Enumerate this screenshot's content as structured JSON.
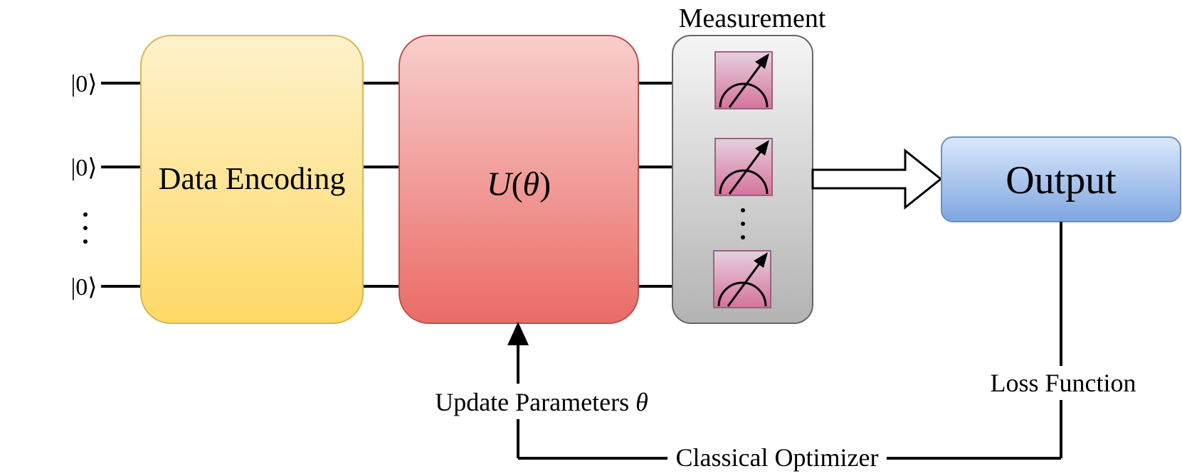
{
  "qubits": {
    "kets": [
      "|0⟩",
      "|0⟩",
      "|0⟩"
    ],
    "vertical_ellipsis": "⋮"
  },
  "encoding_block": {
    "label": "Data Encoding",
    "fill_top": "#fff2cc",
    "fill_bottom": "#ffd966",
    "stroke": "#d6b656"
  },
  "unitary_block": {
    "label_symbol": "U",
    "label_open": "(",
    "label_param": "θ",
    "label_close": ")",
    "fill_top": "#f8cecc",
    "fill_bottom": "#ea6b66",
    "stroke": "#b85450"
  },
  "measurement_block": {
    "title": "Measurement",
    "meters": [
      "meter-icon",
      "meter-icon",
      "meter-icon"
    ],
    "ellipsis": "⋮",
    "fill_top": "#f5f5f5",
    "fill_bottom": "#b3b3b3",
    "stroke": "#666666",
    "meter_fill_top": "#e6d0de",
    "meter_fill_bottom": "#d5739d",
    "meter_stroke": "#996185"
  },
  "output_block": {
    "label": "Output",
    "fill_top": "#dae8fc",
    "fill_bottom": "#7ea6e0",
    "stroke": "#6c8ebf"
  },
  "feedback_loop": {
    "loss_label": "Loss Function",
    "optimizer_label": "Classical Optimizer",
    "update_label": "Update Parameters ",
    "update_param": "θ"
  }
}
